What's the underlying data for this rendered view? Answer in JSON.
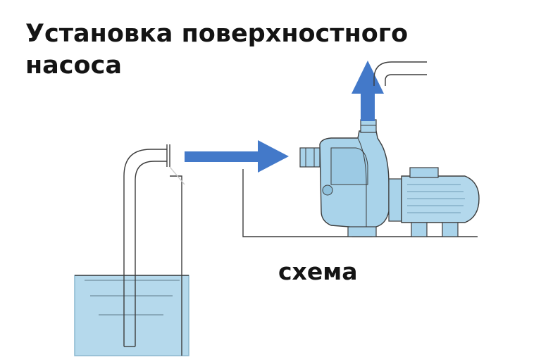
{
  "title": {
    "line1": "Установка поверхностного",
    "line2": "насоса"
  },
  "caption": "схема",
  "colors": {
    "water": "#b5d9ec",
    "pump_body": "#a9d3ea",
    "arrow": "#4379c9",
    "outline": "#3d3d3d"
  },
  "icons": {
    "flow_arrow_horizontal": "arrow-right-icon",
    "flow_arrow_vertical": "arrow-up-icon"
  }
}
